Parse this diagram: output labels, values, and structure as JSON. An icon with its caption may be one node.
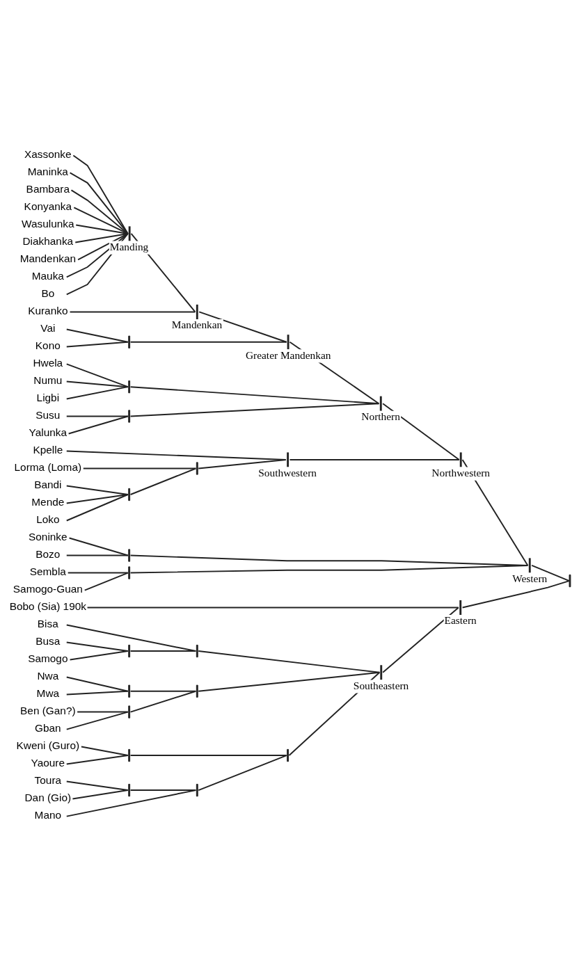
{
  "diagram": {
    "nodes": [
      {
        "text": [
          "Xassonke"
        ]
      },
      {
        "text": [
          "Maninka"
        ]
      },
      {
        "text": [
          "Bambara"
        ]
      },
      {
        "text": [
          "Konyanka"
        ]
      },
      {
        "text": [
          "Wasulunka"
        ]
      },
      {
        "text": [
          "Diakhanka"
        ]
      },
      {
        "text": [
          "Mandenkan"
        ]
      },
      {
        "text": [
          "Mauka"
        ]
      },
      {
        "text": [
          "Bo"
        ]
      },
      {
        "text": [
          "Kuranko"
        ]
      },
      {
        "text": [
          "Vai"
        ]
      },
      {
        "text": [
          "Kono"
        ]
      },
      {
        "text": [
          "Hwela"
        ]
      },
      {
        "text": [
          "Numu"
        ]
      },
      {
        "text": [
          "Ligbi"
        ]
      },
      {
        "text": [
          "Susu"
        ]
      },
      {
        "text": [
          "Yalunka"
        ]
      },
      {
        "text": [
          "Kpelle"
        ]
      },
      {
        "text": [
          "Lorma (Loma)"
        ]
      },
      {
        "text": [
          "Bandi"
        ]
      },
      {
        "text": [
          "Mende"
        ]
      },
      {
        "text": [
          "Loko"
        ]
      },
      {
        "text": [
          "Soninke"
        ]
      },
      {
        "text": [
          "Bozo"
        ]
      },
      {
        "text": [
          "Sembla"
        ]
      },
      {
        "text": [
          "Samogo-Guan"
        ]
      },
      {
        "text": [
          "Bobo (Sia) 190k"
        ]
      },
      {
        "text": [
          "Bisa"
        ]
      },
      {
        "text": [
          "Busa"
        ]
      },
      {
        "text": [
          "Samogo"
        ]
      },
      {
        "text": [
          "Nwa"
        ]
      },
      {
        "text": [
          "Mwa"
        ]
      },
      {
        "text": [
          "Ben (Gan?)"
        ]
      },
      {
        "text": [
          "Gban"
        ]
      },
      {
        "text": [
          "Kweni (Guro)"
        ]
      },
      {
        "text": [
          "Yaoure"
        ]
      },
      {
        "text": [
          "Toura"
        ]
      },
      {
        "text": [
          "Dan (Gio)"
        ]
      },
      {
        "text": [
          "Mano"
        ]
      },
      {
        "text": [
          "Manding"
        ]
      },
      {
        "text": [
          "Mandenkan"
        ]
      },
      {
        "text": [],
        "shape": "bar"
      },
      {
        "text": [
          "Greater Mandenkan"
        ]
      },
      {
        "text": [],
        "shape": "bar"
      },
      {
        "text": [],
        "shape": "bar"
      },
      {
        "text": [
          "Northern"
        ]
      },
      {
        "text": [],
        "shape": "bar"
      },
      {
        "text": [],
        "shape": "bar"
      },
      {
        "text": [
          "Southwestern"
        ]
      },
      {
        "text": [
          "Northwestern"
        ]
      },
      {
        "text": [],
        "shape": "bar"
      },
      {
        "text": [],
        "shape": "bar"
      },
      {
        "text": [
          "Western"
        ]
      },
      {
        "text": [],
        "shape": "bar"
      },
      {
        "text": [],
        "shape": "bar"
      },
      {
        "text": [],
        "shape": "bar"
      },
      {
        "text": [],
        "shape": "bar"
      },
      {
        "text": [],
        "shape": "bar"
      },
      {
        "text": [],
        "shape": "bar"
      },
      {
        "text": [],
        "shape": "bar"
      },
      {
        "text": [],
        "shape": "bar"
      },
      {
        "text": [],
        "shape": "bar"
      },
      {
        "text": [],
        "shape": "bar"
      },
      {
        "text": [
          "Southeastern"
        ]
      },
      {
        "text": [
          "Eastern"
        ]
      }
    ],
    "edges": [
      {
        "from": 39,
        "to": 0,
        "arrow": "none"
      },
      {
        "from": 39,
        "to": 1,
        "arrow": "none"
      },
      {
        "from": 39,
        "to": 2,
        "arrow": "none"
      },
      {
        "from": 39,
        "to": 3,
        "arrow": "none"
      },
      {
        "from": 39,
        "to": 4,
        "arrow": "none"
      },
      {
        "from": 39,
        "to": 5,
        "arrow": "none"
      },
      {
        "from": 39,
        "to": 6,
        "arrow": "none"
      },
      {
        "from": 39,
        "to": 7,
        "arrow": "none"
      },
      {
        "from": 39,
        "to": 8,
        "arrow": "none"
      },
      {
        "from": 40,
        "to": 39,
        "arrow": "none"
      },
      {
        "from": 40,
        "to": 9,
        "arrow": "none"
      },
      {
        "from": 41,
        "to": 10,
        "arrow": "none"
      },
      {
        "from": 41,
        "to": 11,
        "arrow": "none"
      },
      {
        "from": 42,
        "to": 40,
        "arrow": "none"
      },
      {
        "from": 42,
        "to": 41,
        "arrow": "none"
      },
      {
        "from": 43,
        "to": 12,
        "arrow": "none"
      },
      {
        "from": 43,
        "to": 13,
        "arrow": "none"
      },
      {
        "from": 43,
        "to": 14,
        "arrow": "none"
      },
      {
        "from": 44,
        "to": 15,
        "arrow": "none"
      },
      {
        "from": 44,
        "to": 16,
        "arrow": "none"
      },
      {
        "from": 45,
        "to": 42,
        "arrow": "none"
      },
      {
        "from": 45,
        "to": 43,
        "arrow": "none"
      },
      {
        "from": 45,
        "to": 44,
        "arrow": "none"
      },
      {
        "from": 46,
        "to": 19,
        "arrow": "none"
      },
      {
        "from": 46,
        "to": 20,
        "arrow": "none"
      },
      {
        "from": 46,
        "to": 21,
        "arrow": "none"
      },
      {
        "from": 47,
        "to": 18,
        "arrow": "none"
      },
      {
        "from": 47,
        "to": 46,
        "arrow": "none"
      },
      {
        "from": 48,
        "to": 17,
        "arrow": "none"
      },
      {
        "from": 48,
        "to": 47,
        "arrow": "none"
      },
      {
        "from": 49,
        "to": 45,
        "arrow": "none"
      },
      {
        "from": 49,
        "to": 48,
        "arrow": "none"
      },
      {
        "from": 50,
        "to": 22,
        "arrow": "none"
      },
      {
        "from": 50,
        "to": 23,
        "arrow": "none"
      },
      {
        "from": 51,
        "to": 24,
        "arrow": "none"
      },
      {
        "from": 51,
        "to": 25,
        "arrow": "none"
      },
      {
        "from": 52,
        "to": 49,
        "arrow": "none"
      },
      {
        "from": 52,
        "to": 50,
        "arrow": "none"
      },
      {
        "from": 52,
        "to": 51,
        "arrow": "none"
      },
      {
        "from": 53,
        "to": 52,
        "arrow": "none"
      },
      {
        "from": 53,
        "to": 64,
        "arrow": "none"
      },
      {
        "from": 54,
        "to": 28,
        "arrow": "none"
      },
      {
        "from": 54,
        "to": 29,
        "arrow": "none"
      },
      {
        "from": 55,
        "to": 27,
        "arrow": "none"
      },
      {
        "from": 55,
        "to": 54,
        "arrow": "none"
      },
      {
        "from": 56,
        "to": 30,
        "arrow": "none"
      },
      {
        "from": 56,
        "to": 31,
        "arrow": "none"
      },
      {
        "from": 57,
        "to": 32,
        "arrow": "none"
      },
      {
        "from": 57,
        "to": 33,
        "arrow": "none"
      },
      {
        "from": 58,
        "to": 56,
        "arrow": "none"
      },
      {
        "from": 58,
        "to": 57,
        "arrow": "none"
      },
      {
        "from": 59,
        "to": 34,
        "arrow": "none"
      },
      {
        "from": 59,
        "to": 35,
        "arrow": "none"
      },
      {
        "from": 60,
        "to": 36,
        "arrow": "none"
      },
      {
        "from": 60,
        "to": 37,
        "arrow": "none"
      },
      {
        "from": 61,
        "to": 60,
        "arrow": "none"
      },
      {
        "from": 61,
        "to": 38,
        "arrow": "none"
      },
      {
        "from": 62,
        "to": 59,
        "arrow": "none"
      },
      {
        "from": 62,
        "to": 61,
        "arrow": "none"
      },
      {
        "from": 63,
        "to": 55,
        "arrow": "none"
      },
      {
        "from": 63,
        "to": 58,
        "arrow": "none"
      },
      {
        "from": 63,
        "to": 62,
        "arrow": "none"
      },
      {
        "from": 64,
        "to": 26,
        "arrow": "none"
      },
      {
        "from": 64,
        "to": 63,
        "arrow": "none"
      }
    ]
  }
}
